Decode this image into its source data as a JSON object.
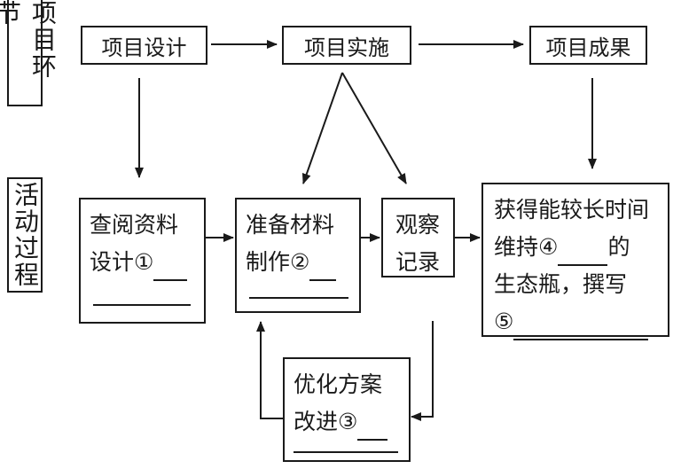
{
  "row_labels": {
    "stage": "项目环节",
    "activity": "活动过程"
  },
  "stages": {
    "design": "项目设计",
    "implement": "项目实施",
    "result": "项目成果"
  },
  "activities": {
    "research": {
      "line1": "查阅资料",
      "line2": "设计",
      "mark": "①"
    },
    "prepare": {
      "line1": "准备材料",
      "line2": "制作",
      "mark": "②"
    },
    "observe": {
      "line1": "观察",
      "line2": "记录"
    },
    "optimize": {
      "line1": "优化方案",
      "line2": "改进",
      "mark": "③"
    },
    "outcome": {
      "line1": "获得能较长时间",
      "line2a": "维持",
      "mark4": "④",
      "line2b": "的",
      "line3": "生态瓶，撰写",
      "mark5": "⑤"
    }
  }
}
